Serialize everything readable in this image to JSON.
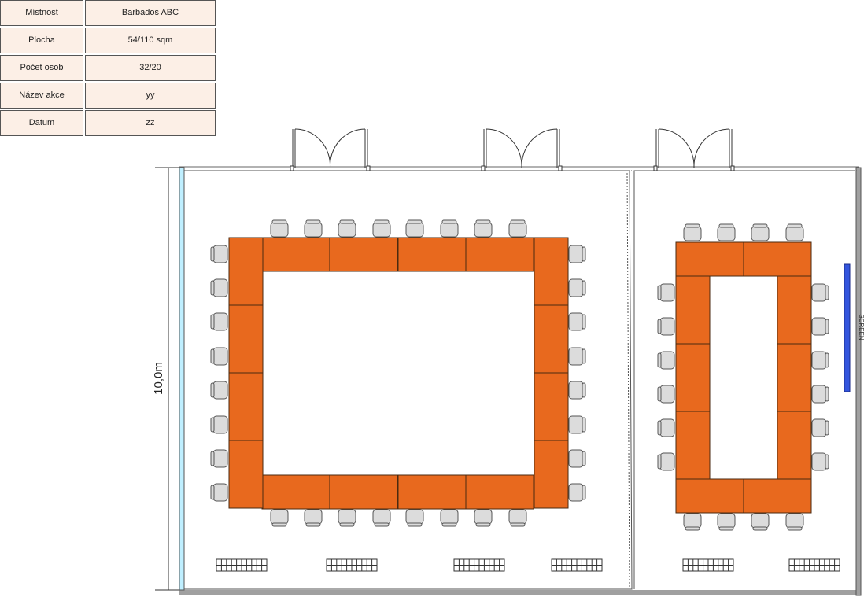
{
  "info_table": [
    {
      "label": "Místnost",
      "value": "Barbados ABC"
    },
    {
      "label": "Plocha",
      "value": "54/110 sqm"
    },
    {
      "label": "Počet osob",
      "value": "32/20"
    },
    {
      "label": "Název akce",
      "value": "yy"
    },
    {
      "label": "Datum",
      "value": "zz"
    }
  ],
  "dimension_label": "10,0m",
  "screen_label": "SCREEN",
  "colors": {
    "table": "#e8691e",
    "table_border": "#4a2a10",
    "chair": "#dcdcdc",
    "screen": "#3355dd",
    "glass_wall": "#bfefff",
    "wall": "#a0a0a0",
    "info_bg": "#fcefe6"
  }
}
